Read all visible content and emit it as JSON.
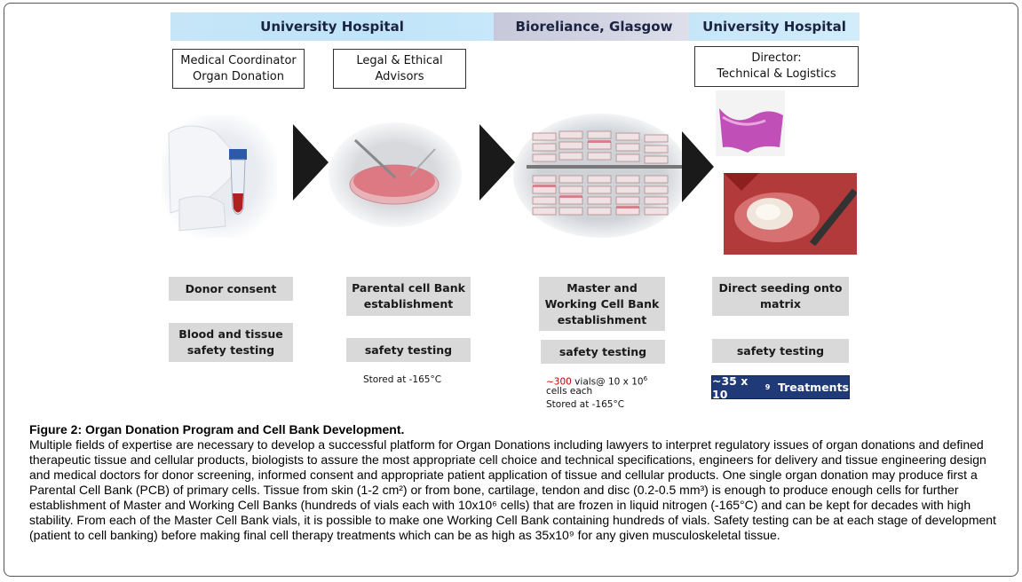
{
  "banners": {
    "left": "University Hospital",
    "middle": "Bioreliance, Glasgow",
    "right": "University Hospital"
  },
  "roles": {
    "coordinator": "Medical Coordinator\nOrgan Donation",
    "legal": "Legal & Ethical\nAdvisors",
    "director": "Director:\nTechnical & Logistics"
  },
  "steps": {
    "donor_consent": "Donor consent",
    "blood_tissue": "Blood and tissue\nsafety testing",
    "parental": "Parental cell Bank\nestablishment",
    "parental_safety": "safety testing",
    "master": "Master and\nWorking Cell Bank\nestablishment",
    "master_safety": "safety testing",
    "direct_seeding": "Direct seeding onto\nmatrix",
    "direct_safety": "safety testing"
  },
  "notes": {
    "parental_storage": "Stored at -165°C",
    "vials_count": "~300",
    "vials_rest": " vials@ 10 x 10",
    "vials_exp": "6",
    "cells_each": "cells each",
    "master_storage": "Stored at -165°C"
  },
  "treatments": {
    "prefix": "~35 x 10",
    "exp": "9",
    "suffix": "  Treatments"
  },
  "caption": {
    "title": "Figure 2: Organ Donation Program and Cell Bank Development.",
    "body": "Multiple fields of expertise are necessary to develop a successful platform for Organ Donations including lawyers to interpret regulatory issues of organ donations and defined therapeutic tissue and cellular products, biologists to assure the most appropriate cell choice and technical specifications, engineers for delivery and tissue engineering design and medical doctors for donor screening, informed consent and appropriate patient application of tissue and cellular products. One single organ donation may produce first a Parental Cell Bank (PCB) of primary cells. Tissue from skin (1-2 cm²) or from bone, cartilage, tendon and disc (0.2-0.5 mm³) is enough to produce enough cells for further establishment of Master and Working Cell Banks (hundreds of vials each with 10x10⁶ cells) that are frozen in liquid nitrogen (-165°C) and can be kept for decades with high stability.  From each of the Master Cell Bank vials, it is possible to make one Working Cell Bank containing hundreds of vials. Safety testing can be at each stage of development (patient to cell banking) before making final cell therapy treatments which can be as high as 35x10⁹ for any given musculoskeletal tissue."
  },
  "icons": [
    "arrow-right-icon"
  ],
  "colors": {
    "banner_blue": "#c6e6f8",
    "banner_grey": "#d3d5e4",
    "step_grey": "#d9d9d9",
    "treat_navy": "#1f3a76",
    "vials_accent": "#c00000"
  }
}
